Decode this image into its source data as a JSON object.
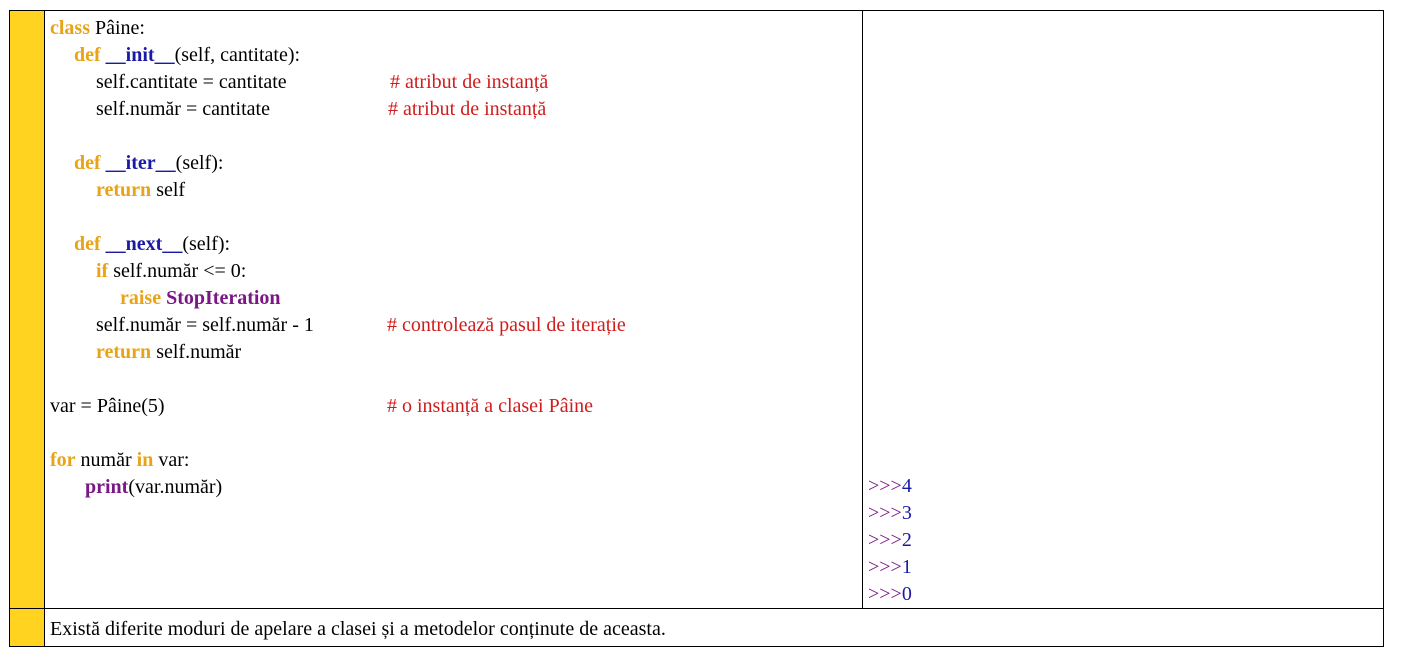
{
  "code": {
    "class_kw": "class",
    "class_name": "Pâine:",
    "def_kw": "def",
    "init_name": "__init__",
    "init_args": "(self, cantitate):",
    "assign_cantitate": "self.cantitate = cantitate",
    "assign_numar": "self.număr = cantitate",
    "comment_instance": "# atribut de instanță",
    "iter_name": "__iter__",
    "self_args": "(self):",
    "return_kw": "return",
    "return_self": "self",
    "next_name": "__next__",
    "if_kw": "if",
    "if_cond": "self.număr <= 0:",
    "raise_kw": "raise",
    "stop_iteration": "StopIteration",
    "decrement": "self.număr = self.număr - 1",
    "comment_step": "# controlează pasul de iterație",
    "return_numar": "self.număr",
    "var_assign": "var = Pâine(5)",
    "comment_var": "# o instanță a clasei Pâine",
    "for_kw": "for",
    "for_var": "număr",
    "in_kw": "in",
    "for_iter": "var:",
    "print_fn": "print",
    "print_args": "(var.număr)"
  },
  "output": {
    "prompt": ">>>",
    "values": [
      "4",
      "3",
      "2",
      "1",
      "0"
    ]
  },
  "note": "Există diferite moduri de apelare a clasei și a metodelor conținute de aceasta.",
  "colors": {
    "stripe": "#ffd320",
    "keyword": "#e8a317",
    "function": "#1a1aa6",
    "builtin": "#7b1686",
    "comment": "#d01c1c"
  }
}
